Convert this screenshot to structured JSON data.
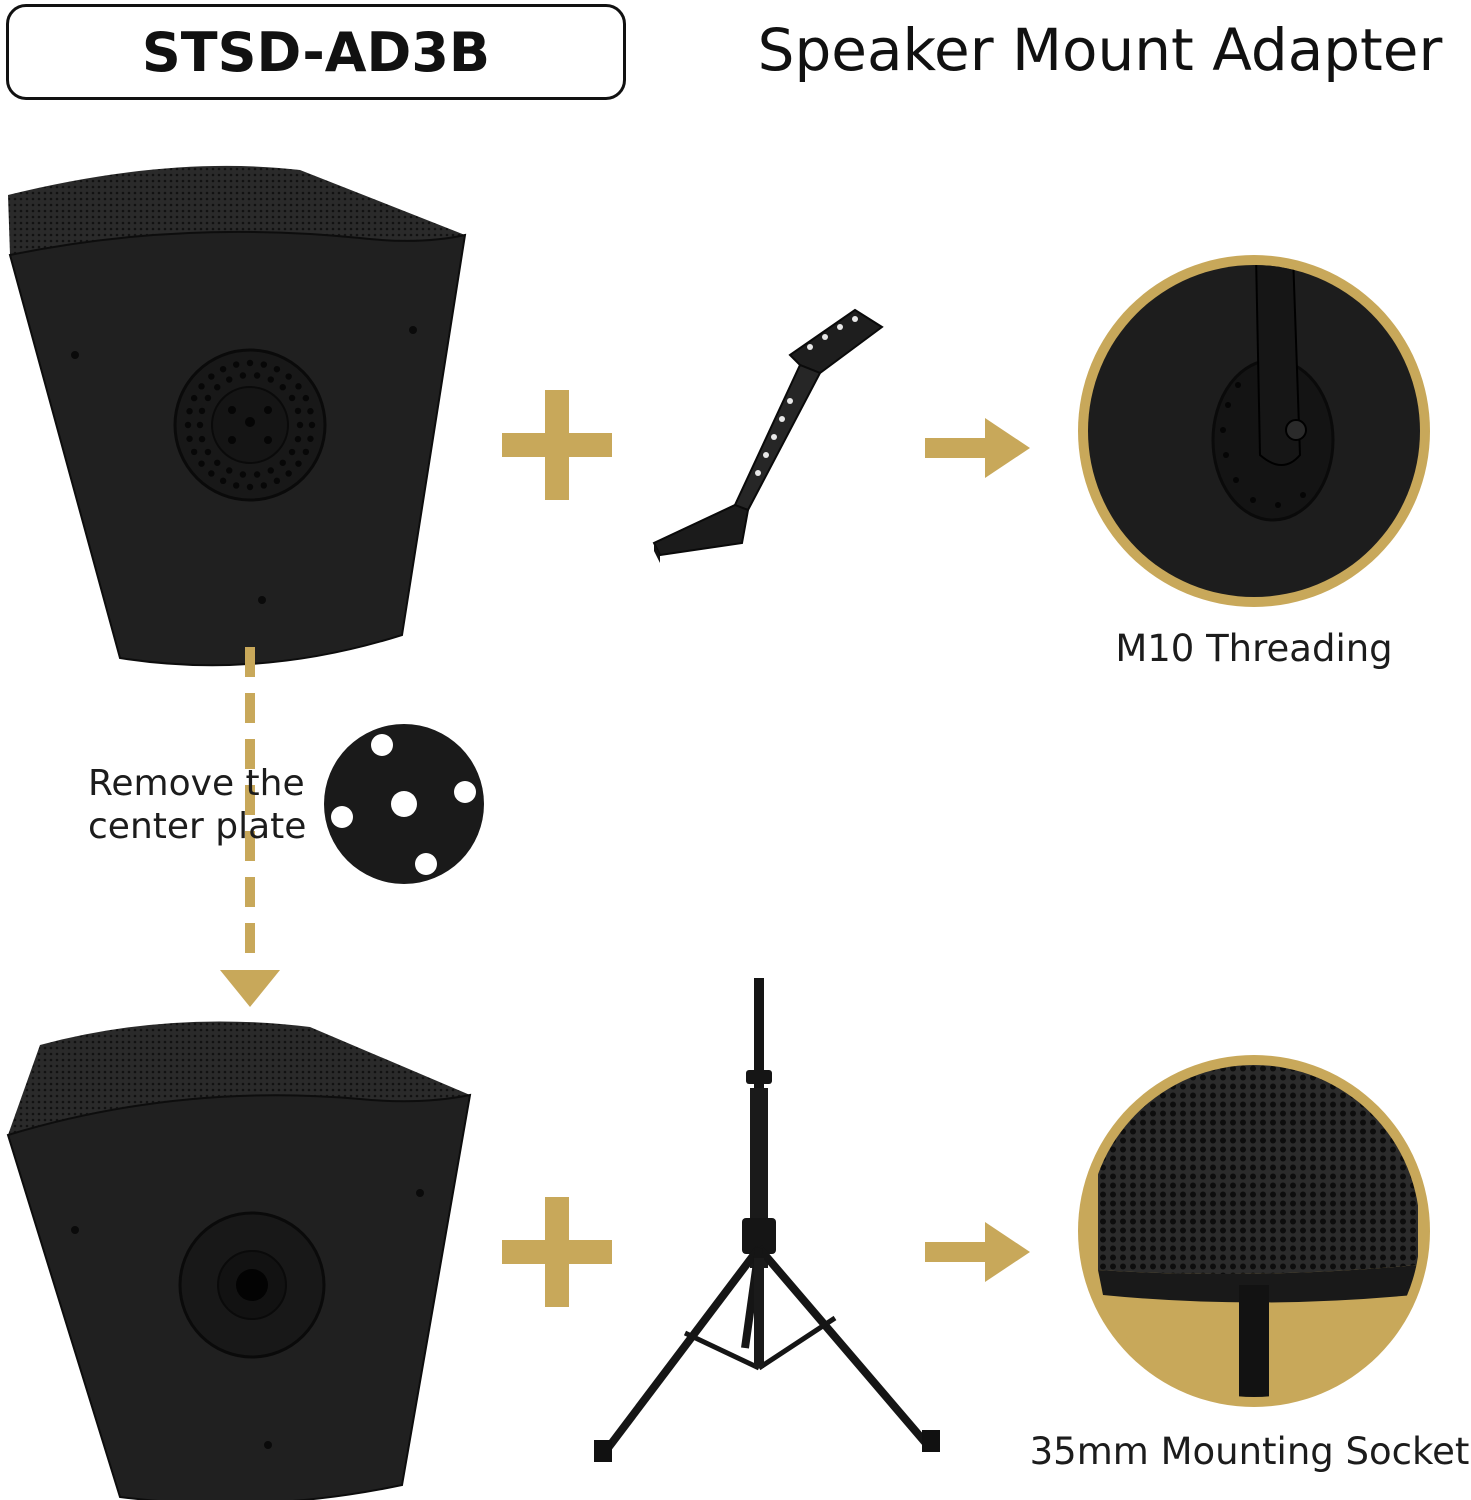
{
  "header": {
    "model": "STSD-AD3B",
    "title": "Speaker Mount Adapter"
  },
  "steps": {
    "remove_plate_note_line1": "Remove the",
    "remove_plate_note_line2": "center plate",
    "top_result_caption": "M10 Threading",
    "bottom_result_caption": "35mm Mounting Socket"
  },
  "colors": {
    "accent_gold": "#C8A85A",
    "speaker_black": "#1f1f1f",
    "outline": "#111111"
  }
}
